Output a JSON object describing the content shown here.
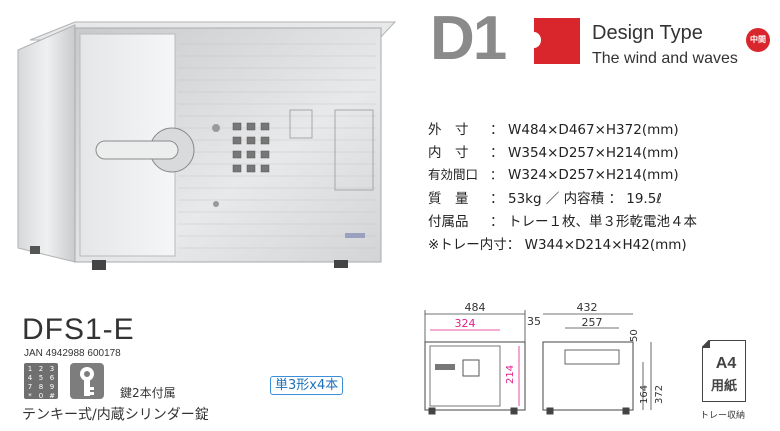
{
  "header": {
    "series_code": "D1",
    "design_label": "Design Type",
    "design_name": "The wind and waves",
    "seal_text": "中間"
  },
  "specs": [
    {
      "label": "外　寸",
      "value": "W484×D467×H372(mm)"
    },
    {
      "label": "内　寸",
      "value": "W354×D257×H214(mm)"
    },
    {
      "label": "有効間口",
      "value": "W324×D257×H214(mm)"
    },
    {
      "label": "質　量",
      "value": "53kg ／ 内容積 ： 19.5ℓ"
    },
    {
      "label": "付属品",
      "value": "トレー１枚、単３形乾電池４本"
    }
  ],
  "tray_note": "※トレー内寸： W344×D214×H42(mm)",
  "product": {
    "model": "DFS1-E",
    "jan": "JAN 4942988 600178",
    "keypad_digits": [
      "1",
      "2",
      "3",
      "4",
      "5",
      "6",
      "7",
      "8",
      "9",
      "*",
      "0",
      "#"
    ],
    "keys_label": "鍵2本付属",
    "lock_description": "テンキー式/内蔵シリンダー錠",
    "battery_label": "単3形x4本"
  },
  "diagram": {
    "front_width": "484",
    "front_inner_width": "324",
    "side_depth": "432",
    "side_inner_depth": "257",
    "top_margin": "35",
    "side_top": "50",
    "inner_height": "214",
    "side_inner_height": "164",
    "total_height": "372"
  },
  "a4": {
    "size": "A4",
    "paper": "用紙",
    "caption": "トレー収納"
  },
  "colors": {
    "accent_red": "#d9262c",
    "dim_magenta": "#e0208a",
    "battery_blue": "#1d6fb8"
  }
}
